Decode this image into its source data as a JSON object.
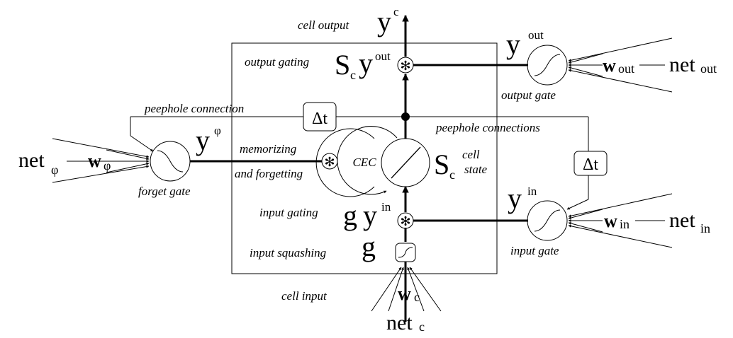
{
  "labels": {
    "cell_output": "cell output",
    "output_gating": "output gating",
    "peephole_connection": "peephole connection",
    "peephole_connections": "peephole connections",
    "memorizing": "memorizing",
    "and_forgetting": "and forgetting",
    "cec": "CEC",
    "forget_gate": "forget gate",
    "output_gate": "output gate",
    "input_gate": "input gate",
    "input_gating": "input gating",
    "input_squashing": "input squashing",
    "cell_input": "cell input",
    "cell": "cell",
    "state": "state",
    "delta_t": "Δt"
  },
  "symbols": {
    "y": "y",
    "y_c_sup": "c",
    "out_sup": "out",
    "in_sup": "in",
    "phi": "φ",
    "S": "S",
    "s_sub_c": "c",
    "g": "g",
    "w": "w",
    "w_c_sub": "c",
    "w_out_sub": "out",
    "w_in_sub": "in",
    "net": "net",
    "net_c_sub": "c",
    "net_out_sub": "out",
    "net_in_sub": "in",
    "net_phi_sub": "φ"
  }
}
